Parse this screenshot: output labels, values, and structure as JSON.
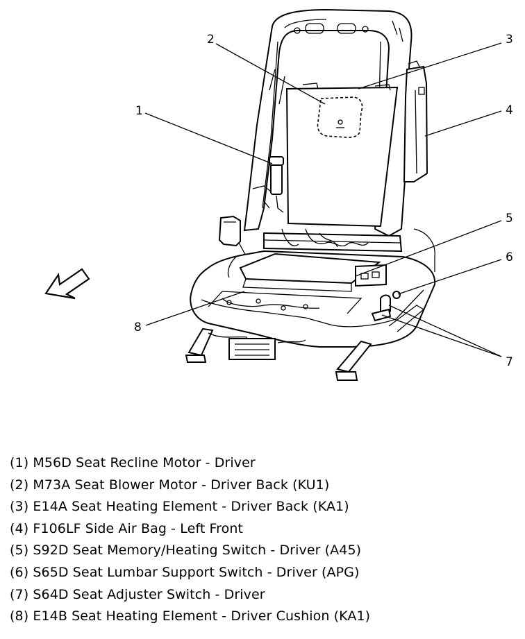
{
  "callouts": [
    {
      "num": "1"
    },
    {
      "num": "2"
    },
    {
      "num": "3"
    },
    {
      "num": "4"
    },
    {
      "num": "5"
    },
    {
      "num": "6"
    },
    {
      "num": "7"
    },
    {
      "num": "8"
    }
  ],
  "legend": [
    "(1) M56D Seat Recline Motor - Driver",
    "(2) M73A Seat Blower Motor - Driver Back (KU1)",
    "(3) E14A Seat Heating Element - Driver Back (KA1)",
    "(4) F106LF Side Air Bag - Left Front",
    "(5) S92D Seat Memory/Heating Switch - Driver (A45)",
    "(6) S65D Seat Lumbar Support Switch - Driver (APG)",
    "(7) S64D Seat Adjuster Switch - Driver",
    "(8) E14B Seat Heating Element - Driver Cushion (KA1)"
  ],
  "icons": {
    "direction_arrow": "forward-arrow-icon"
  }
}
